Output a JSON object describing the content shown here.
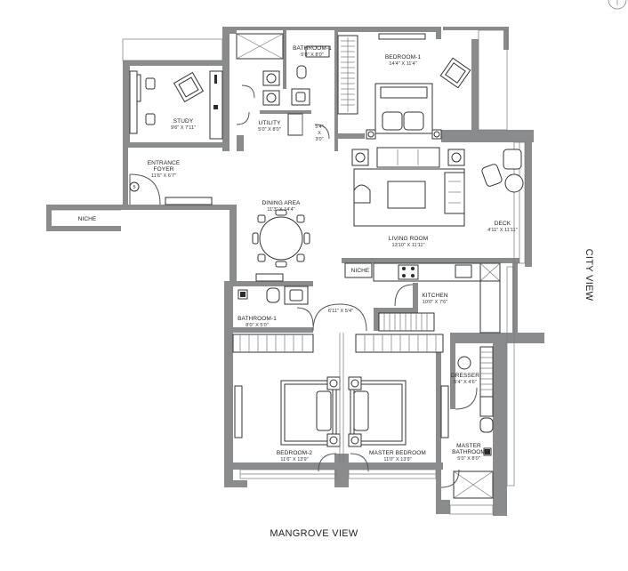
{
  "rooms": {
    "bathroom1_top": {
      "name": "BATHROOM-1",
      "size": "5'0\" X 8'0\""
    },
    "bedroom1": {
      "name": "BEDROOM-1",
      "size": "14'4\" X 11'4\""
    },
    "study": {
      "name": "STUDY",
      "size": "9'6\" X 7'11\""
    },
    "utility": {
      "name": "UTILITY",
      "size": "5'0\" X 8'0\""
    },
    "passage_top": {
      "w": "5'4\"",
      "x": "X",
      "h": "3'0\""
    },
    "entrance": {
      "name": "ENTRANCE",
      "name2": "FOYER",
      "size": "11'6\" X 6'7\""
    },
    "niche_left": {
      "name": "NICHE"
    },
    "dining": {
      "name": "DINING AREA",
      "size": "11'3\" X 14'4\""
    },
    "deck": {
      "name": "DECK",
      "size": "4'11\" X 11'11\""
    },
    "living": {
      "name": "LIVING ROOM",
      "size": "13'10\" X 11'11\""
    },
    "niche_kitchen": {
      "name": "NICHE"
    },
    "kitchen": {
      "name": "KITCHEN",
      "size": "10'0\" X 7'6\""
    },
    "bathroom1_bottom": {
      "name": "BATHROOM-1",
      "size": "8'0\" X 5'0\""
    },
    "passage_bottom": {
      "size": "6'11\" X 5'4\""
    },
    "dresser": {
      "name": "DRESSER",
      "size": "5'4\" X 4'6\""
    },
    "bedroom2": {
      "name": "BEDROOM-2",
      "size": "11'6\" X 13'9\""
    },
    "master_bedroom": {
      "name": "MASTER BEDROOM",
      "size": "11'0\" X 13'9\""
    },
    "master_bathroom": {
      "name": "MASTER",
      "name2": "BATHROOM",
      "size": "5'0\" X 8'0\""
    }
  },
  "door_marker": "5",
  "views": {
    "city": "CITY VIEW",
    "mangrove": "MANGROVE VIEW"
  },
  "colors": {
    "wall": "#8a8b8d",
    "line": "#333333",
    "background": "#ffffff"
  }
}
